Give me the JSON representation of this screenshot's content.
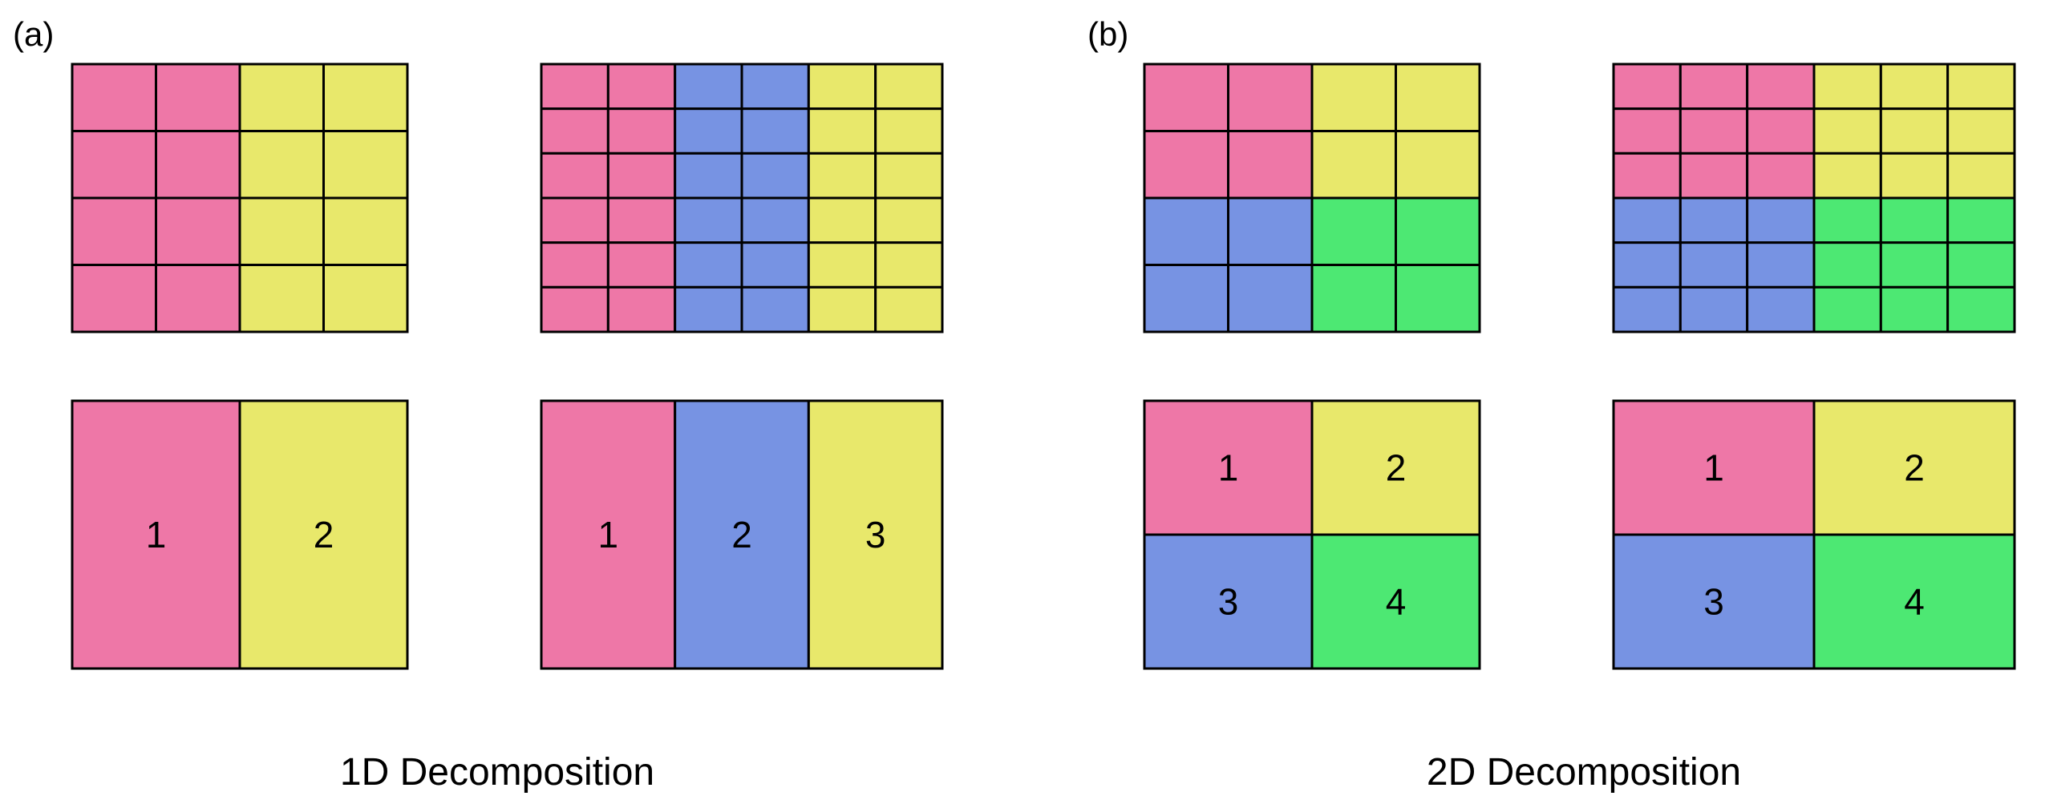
{
  "colors": {
    "pink": "#ee77a7",
    "yellow": "#e8e86b",
    "blue": "#7793e3",
    "green": "#4de873",
    "stroke": "#000000"
  },
  "panels": [
    {
      "label": "(a)",
      "caption": "1D Decomposition",
      "grids": [
        {
          "name": "grid-1d-2proc",
          "rows": 4,
          "cols": 4,
          "cell_colors": [
            [
              "pink",
              "pink",
              "yellow",
              "yellow"
            ],
            [
              "pink",
              "pink",
              "yellow",
              "yellow"
            ],
            [
              "pink",
              "pink",
              "yellow",
              "yellow"
            ],
            [
              "pink",
              "pink",
              "yellow",
              "yellow"
            ]
          ]
        },
        {
          "name": "grid-1d-3proc",
          "rows": 6,
          "cols": 6,
          "cell_colors": [
            [
              "pink",
              "pink",
              "blue",
              "blue",
              "yellow",
              "yellow"
            ],
            [
              "pink",
              "pink",
              "blue",
              "blue",
              "yellow",
              "yellow"
            ],
            [
              "pink",
              "pink",
              "blue",
              "blue",
              "yellow",
              "yellow"
            ],
            [
              "pink",
              "pink",
              "blue",
              "blue",
              "yellow",
              "yellow"
            ],
            [
              "pink",
              "pink",
              "blue",
              "blue",
              "yellow",
              "yellow"
            ],
            [
              "pink",
              "pink",
              "blue",
              "blue",
              "yellow",
              "yellow"
            ]
          ]
        }
      ],
      "partitions": [
        {
          "name": "partition-1d-2proc",
          "rows": 1,
          "cols": 2,
          "blocks": [
            {
              "label": "1",
              "color": "pink"
            },
            {
              "label": "2",
              "color": "yellow"
            }
          ]
        },
        {
          "name": "partition-1d-3proc",
          "rows": 1,
          "cols": 3,
          "blocks": [
            {
              "label": "1",
              "color": "pink"
            },
            {
              "label": "2",
              "color": "blue"
            },
            {
              "label": "3",
              "color": "yellow"
            }
          ]
        }
      ]
    },
    {
      "label": "(b)",
      "caption": "2D Decomposition",
      "grids": [
        {
          "name": "grid-2d-4x4",
          "rows": 4,
          "cols": 4,
          "cell_colors": [
            [
              "pink",
              "pink",
              "yellow",
              "yellow"
            ],
            [
              "pink",
              "pink",
              "yellow",
              "yellow"
            ],
            [
              "blue",
              "blue",
              "green",
              "green"
            ],
            [
              "blue",
              "blue",
              "green",
              "green"
            ]
          ]
        },
        {
          "name": "grid-2d-6x6",
          "rows": 6,
          "cols": 6,
          "cell_colors": [
            [
              "pink",
              "pink",
              "pink",
              "yellow",
              "yellow",
              "yellow"
            ],
            [
              "pink",
              "pink",
              "pink",
              "yellow",
              "yellow",
              "yellow"
            ],
            [
              "pink",
              "pink",
              "pink",
              "yellow",
              "yellow",
              "yellow"
            ],
            [
              "blue",
              "blue",
              "blue",
              "green",
              "green",
              "green"
            ],
            [
              "blue",
              "blue",
              "blue",
              "green",
              "green",
              "green"
            ],
            [
              "blue",
              "blue",
              "blue",
              "green",
              "green",
              "green"
            ]
          ]
        }
      ],
      "partitions": [
        {
          "name": "partition-2d-4x4",
          "rows": 2,
          "cols": 2,
          "blocks": [
            {
              "label": "1",
              "color": "pink"
            },
            {
              "label": "2",
              "color": "yellow"
            },
            {
              "label": "3",
              "color": "blue"
            },
            {
              "label": "4",
              "color": "green"
            }
          ]
        },
        {
          "name": "partition-2d-6x6",
          "rows": 2,
          "cols": 2,
          "blocks": [
            {
              "label": "1",
              "color": "pink"
            },
            {
              "label": "2",
              "color": "yellow"
            },
            {
              "label": "3",
              "color": "blue"
            },
            {
              "label": "4",
              "color": "green"
            }
          ]
        }
      ]
    }
  ]
}
